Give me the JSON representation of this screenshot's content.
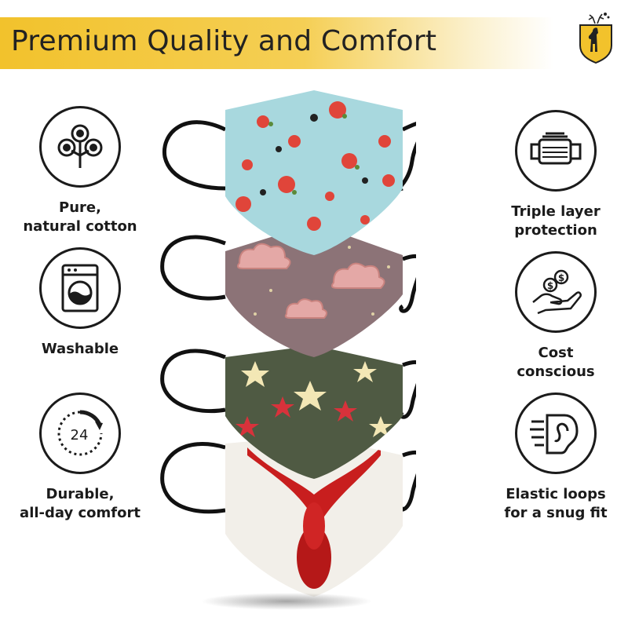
{
  "banner": {
    "title": "Premium Quality and Comfort"
  },
  "features_left": [
    {
      "icon": "cotton-flower-icon",
      "line1": "Pure,",
      "line2": "natural cotton"
    },
    {
      "icon": "washing-machine-icon",
      "line1": "Washable",
      "line2": ""
    },
    {
      "icon": "24-hour-clock-icon",
      "line1": "Durable,",
      "line2": "all-day comfort",
      "icon_text": "24"
    }
  ],
  "features_right": [
    {
      "icon": "layered-mask-icon",
      "line1": "Triple layer",
      "line2": "protection"
    },
    {
      "icon": "hand-with-coins-icon",
      "line1": "Cost",
      "line2": "conscious",
      "coin_symbol": "$"
    },
    {
      "icon": "ear-elastic-icon",
      "line1": "Elastic loops",
      "line2": "for a snug fit"
    }
  ],
  "colors": {
    "banner_yellow": "#f2c22c",
    "mask_1": "#a8d8de",
    "mask_2": "#8c7377",
    "mask_3": "#4f5a43",
    "mask_4": "#f2efe9",
    "ear_loop": "#111111"
  }
}
